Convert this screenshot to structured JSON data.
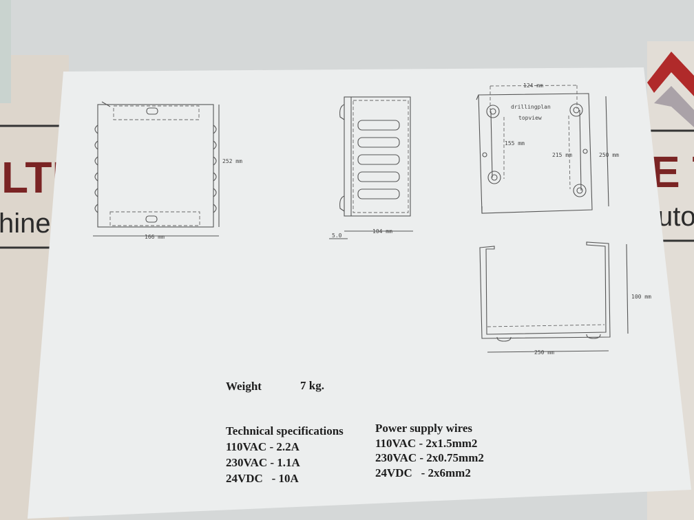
{
  "background": {
    "left_sign": {
      "line1": "LTI",
      "line2": "hiner"
    },
    "right_sign": {
      "line1": "E T",
      "line2": "uto"
    },
    "accent_color": "#b02a2a"
  },
  "drawing": {
    "front_view": {
      "height_label": "252 mm",
      "width_label": "166 mm"
    },
    "side_view": {
      "width_label": "104 mm",
      "offset_label": "5.0"
    },
    "drilling_plan": {
      "title": "drillingplan",
      "subtitle": "topview",
      "top_label": "124 mm",
      "inner_label": "155 mm",
      "mid_label": "215 mm",
      "height_label": "250 mm"
    },
    "bottom_view": {
      "height_label": "100 mm",
      "width_label": "250 mm"
    }
  },
  "weight": {
    "label": "Weight",
    "value": "7 kg."
  },
  "technical_specifications": {
    "heading": "Technical specifications",
    "rows": [
      "110VAC - 2.2A",
      "230VAC - 1.1A",
      "24VDC   - 10A"
    ]
  },
  "power_supply_wires": {
    "heading": "Power supply wires",
    "rows": [
      "110VAC - 2x1.5mm2",
      "230VAC - 2x0.75mm2",
      "24VDC   - 2x6mm2"
    ]
  }
}
